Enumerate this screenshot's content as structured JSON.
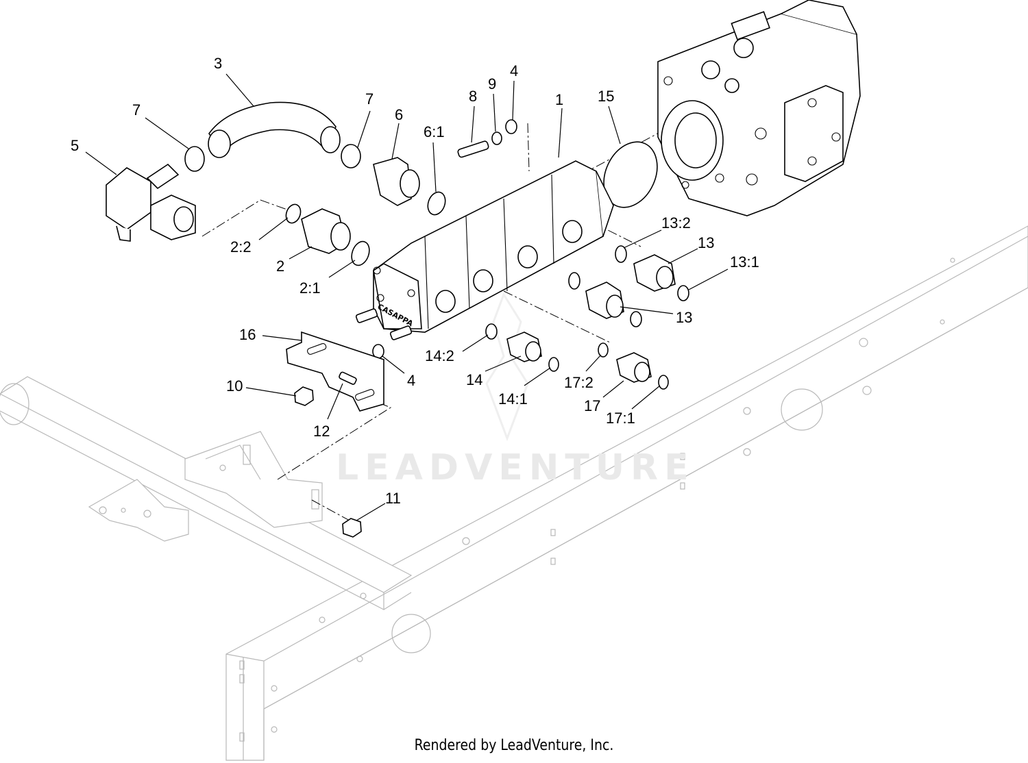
{
  "diagram": {
    "callouts": {
      "c1": "1",
      "c2": "2",
      "c2_1": "2:1",
      "c2_2": "2:2",
      "c3": "3",
      "c4a": "4",
      "c4b": "4",
      "c5": "5",
      "c6": "6",
      "c6_1": "6:1",
      "c7a": "7",
      "c7b": "7",
      "c8": "8",
      "c9": "9",
      "c10": "10",
      "c11": "11",
      "c12": "12",
      "c13a": "13",
      "c13b": "13",
      "c13_1": "13:1",
      "c13_2": "13:2",
      "c14": "14",
      "c14_1": "14:1",
      "c14_2": "14:2",
      "c15": "15",
      "c16": "16",
      "c17": "17",
      "c17_1": "17:1",
      "c17_2": "17:2"
    },
    "pump_brand": "CASAPPA",
    "watermark": "LEADVENTURE"
  },
  "footer": {
    "rendered_by": "Rendered by LeadVenture, Inc."
  }
}
